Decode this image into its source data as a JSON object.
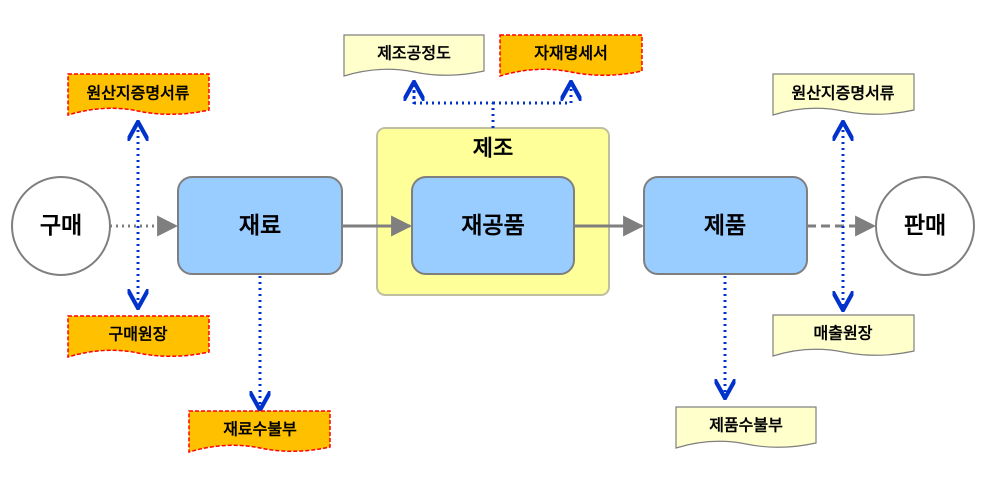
{
  "nodes": {
    "purchase": "구매",
    "material": "재료",
    "manufacturing": "제조",
    "wip": "재공품",
    "product": "제품",
    "sales": "판매"
  },
  "documents": {
    "origin_cert_left": "원산지증명서류",
    "purchase_ledger": "구매원장",
    "material_ledger": "재료수불부",
    "process_chart": "제조공정도",
    "bom": "자재명세서",
    "origin_cert_right": "원산지증명서류",
    "sales_ledger": "매출원장",
    "product_ledger": "제품수불부"
  },
  "colors": {
    "process_box": "#99ccff",
    "manufacturing_zone": "#ffff99",
    "doc_highlight": "#ffc000",
    "doc_highlight_border": "#ff0000",
    "doc_plain": "#ffffcc",
    "dotted_link": "#0033cc",
    "flow_arrow": "#7f7f7f"
  }
}
